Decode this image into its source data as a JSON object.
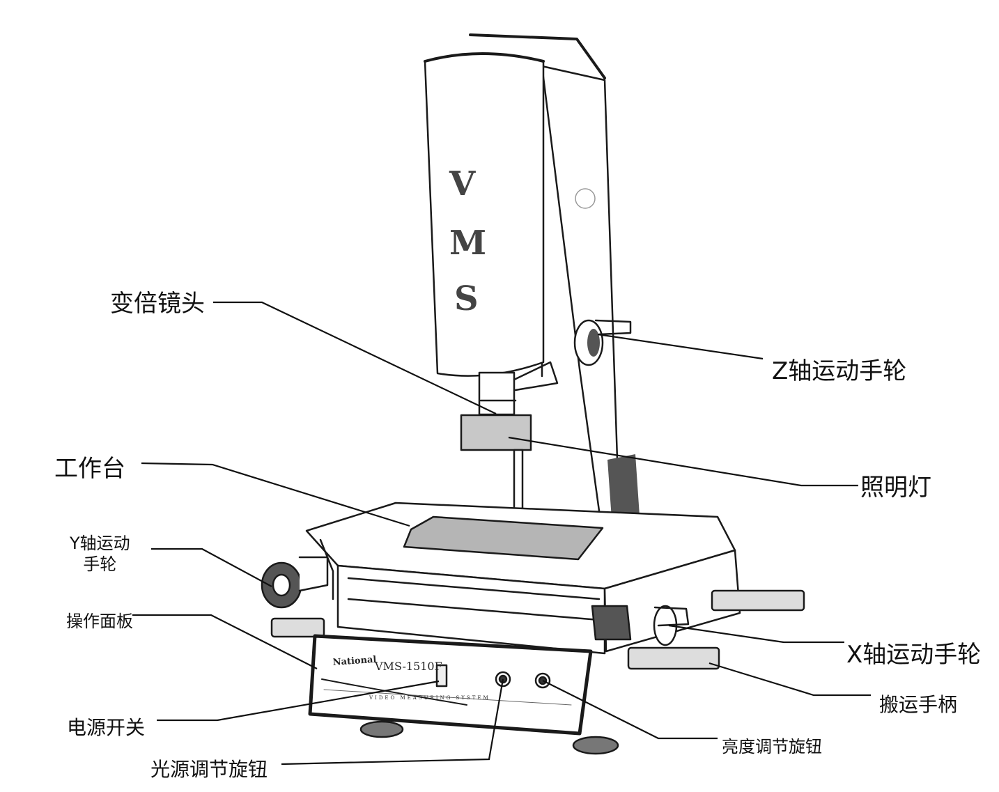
{
  "machine": {
    "column_text": [
      "V",
      "M",
      "S"
    ],
    "brand": "National",
    "model": "VMS-1510F",
    "subtitle": "VIDEO MEASURING SYSTEM",
    "colors": {
      "stroke": "#1a1a1a",
      "stage_plate": "#b5b5b5",
      "dark_part": "#555555",
      "paper": "#ffffff"
    }
  },
  "labels": {
    "zoom_lens": "变倍镜头",
    "z_wheel": "Z轴运动手轮",
    "light": "照明灯",
    "worktable": "工作台",
    "y_wheel_line1": "Y轴运动",
    "y_wheel_line2": "手轮",
    "panel": "操作面板",
    "x_wheel": "X轴运动手轮",
    "carry_handle": "搬运手柄",
    "power_switch": "电源开关",
    "brightness_knob": "亮度调节旋钮",
    "light_knob": "光源调节旋钮"
  }
}
